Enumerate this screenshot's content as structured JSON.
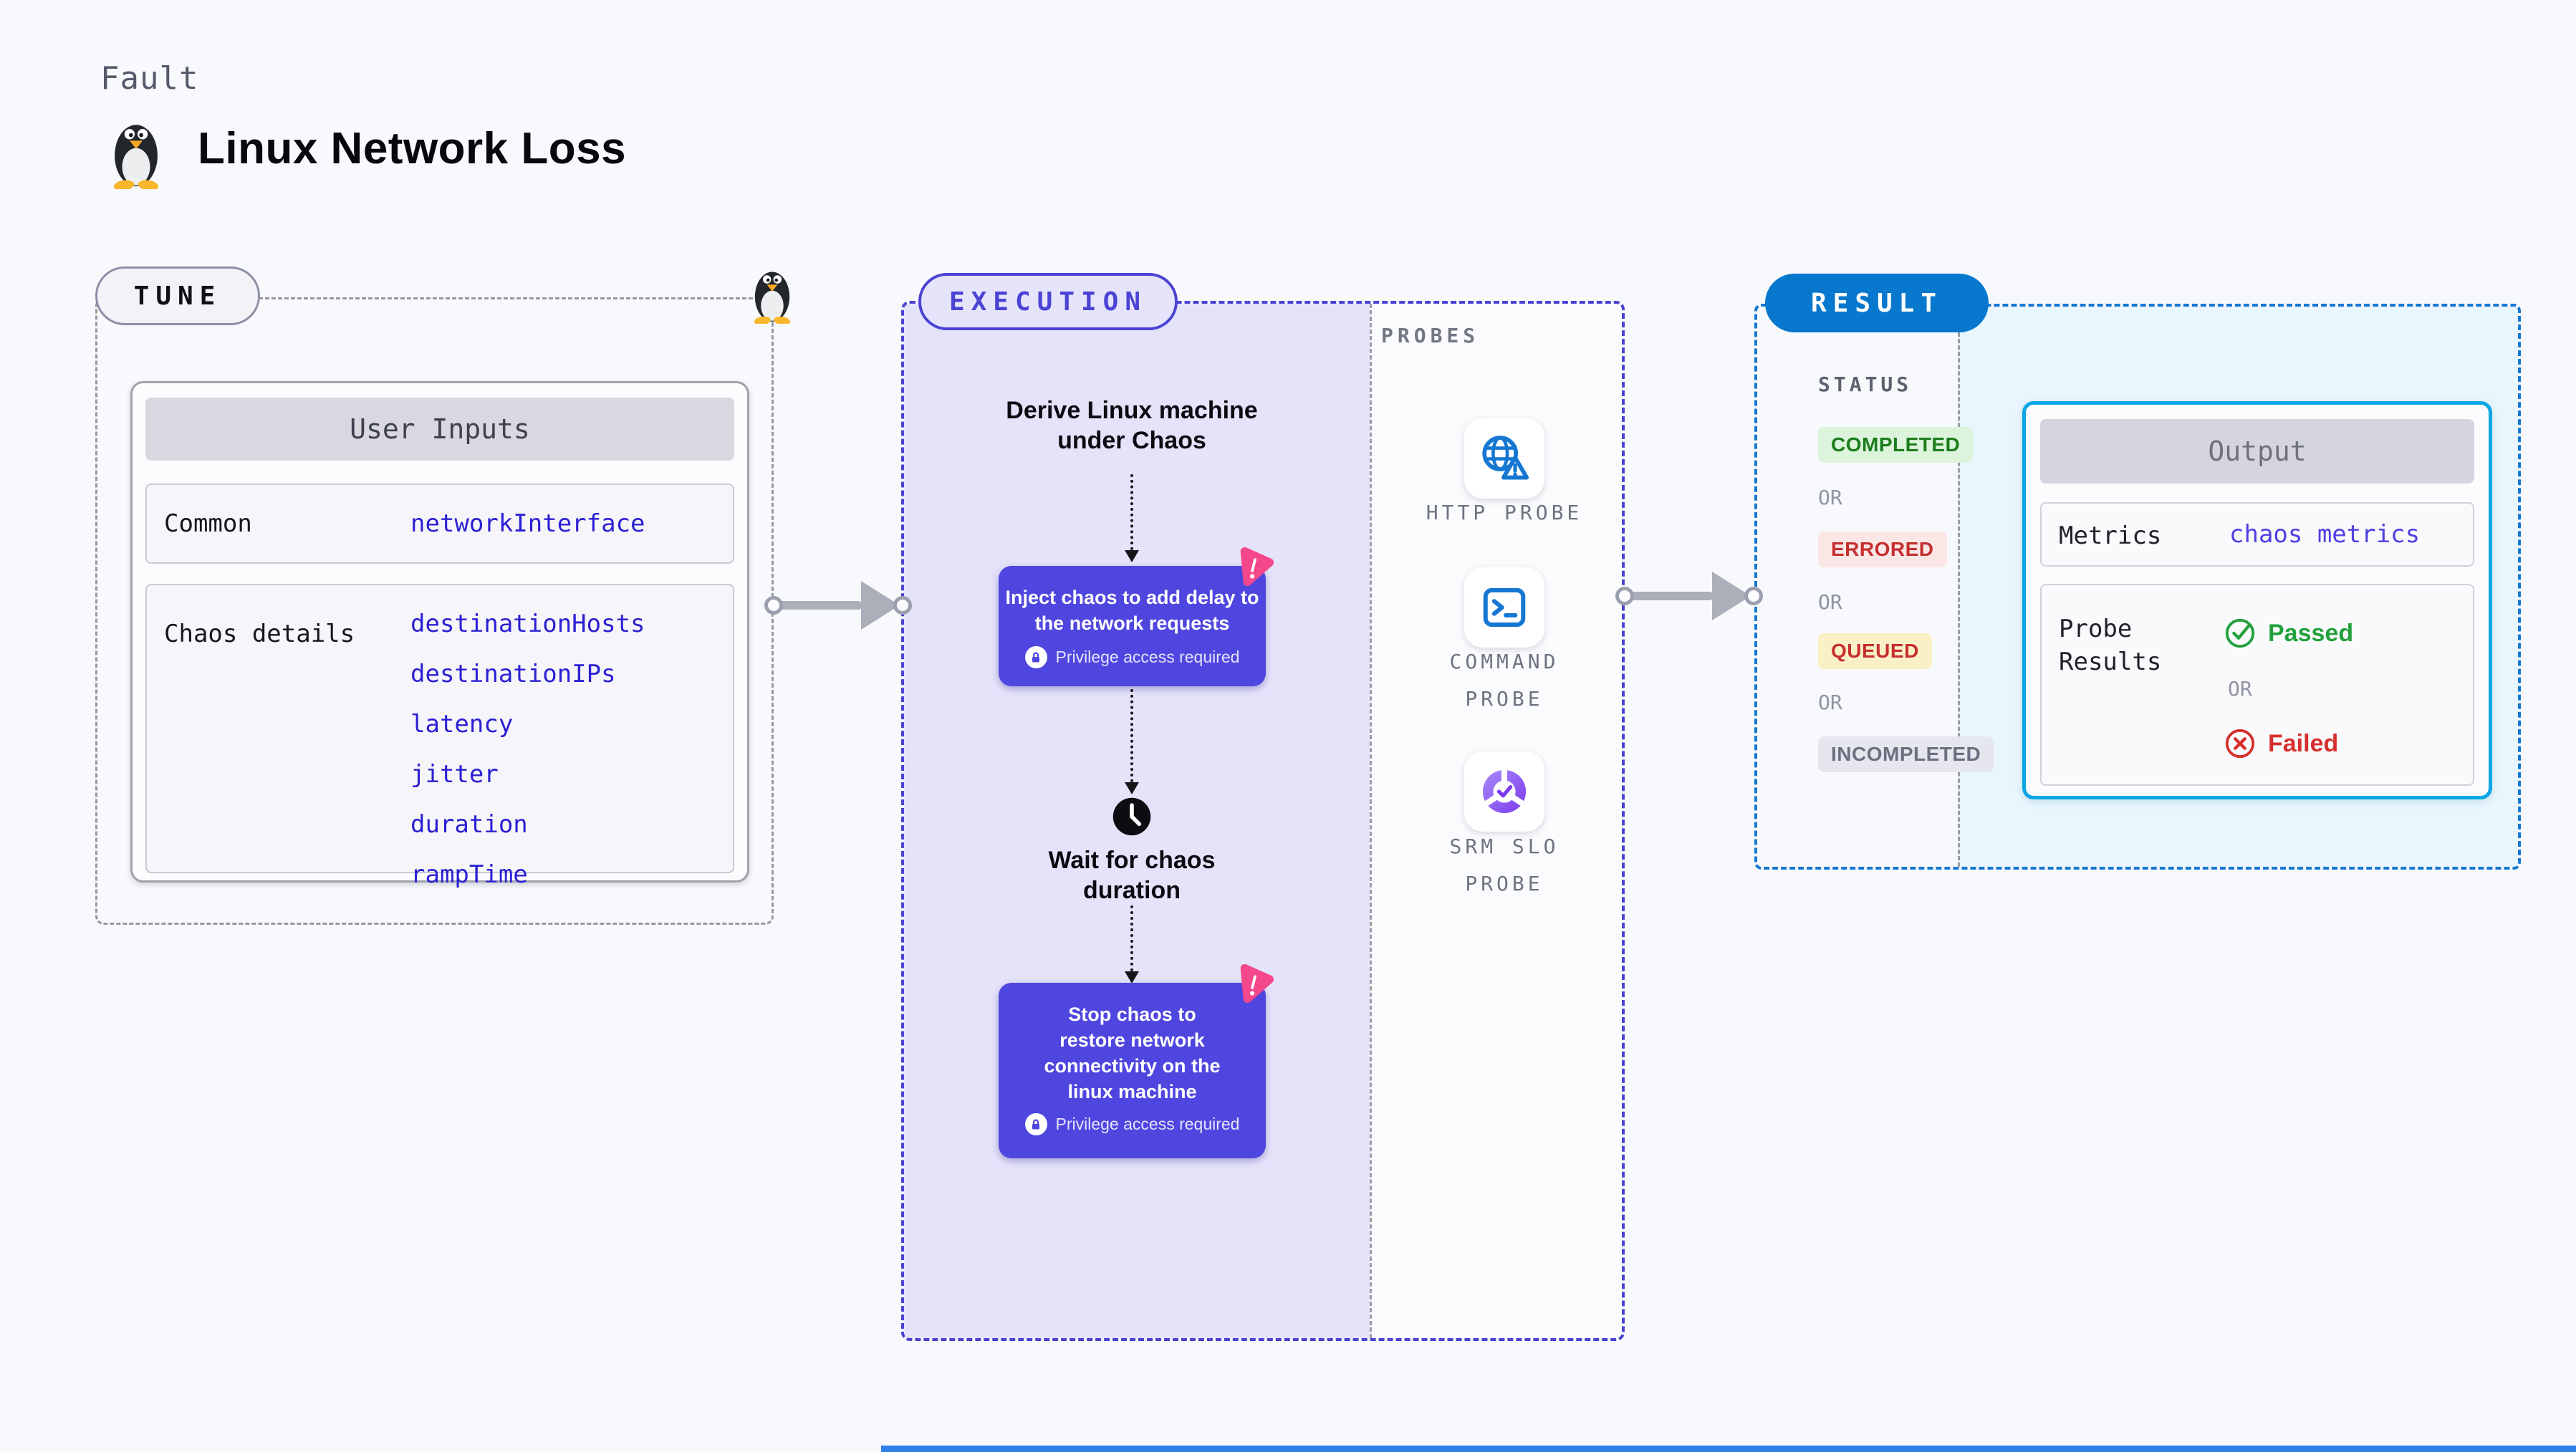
{
  "header": {
    "kicker": "Fault",
    "title": "Linux Network Loss"
  },
  "tune": {
    "label": "TUNE",
    "card_title": "User Inputs",
    "rows": [
      {
        "label": "Common",
        "values": [
          "networkInterface"
        ]
      },
      {
        "label": "Chaos details",
        "values": [
          "destinationHosts",
          "destinationIPs",
          "latency",
          "jitter",
          "duration",
          "rampTime"
        ]
      }
    ]
  },
  "execution": {
    "label": "EXECUTION",
    "derive_lines": [
      "Derive Linux machine",
      "under Chaos"
    ],
    "inject_lines": [
      "Inject chaos to add delay to",
      "the network requests"
    ],
    "wait_lines": [
      "Wait for chaos",
      "duration"
    ],
    "stop_lines": [
      "Stop chaos to",
      "restore network",
      "connectivity on the",
      "linux machine"
    ],
    "privilege": "Privilege access required"
  },
  "probes": {
    "label": "PROBES",
    "items": [
      {
        "name": "HTTP PROBE",
        "icon": "globe-alert-icon"
      },
      {
        "name": "COMMAND PROBE",
        "icon": "terminal-icon"
      },
      {
        "name": "SRM SLO PROBE",
        "icon": "slo-pie-icon"
      }
    ]
  },
  "result": {
    "label": "RESULT",
    "status_label": "STATUS",
    "or": "OR",
    "statuses": [
      {
        "text": "COMPLETED",
        "bg": "#DCF3DC",
        "color": "#1B7D1B"
      },
      {
        "text": "ERRORED",
        "bg": "#FBE6E6",
        "color": "#C62F2F"
      },
      {
        "text": "QUEUED",
        "bg": "#FAF0C5",
        "color": "#C62F2F"
      },
      {
        "text": "INCOMPLETED",
        "bg": "#E6E6EF",
        "color": "#6B6F7F"
      }
    ],
    "output": {
      "title": "Output",
      "metrics_label": "Metrics",
      "metrics_value": "chaos metrics",
      "probe_label": "Probe Results",
      "passed": "Passed",
      "failed": "Failed"
    }
  },
  "colors": {
    "accent_indigo": "#4B43D4",
    "chaos_box": "#4F46DF",
    "chaos_pink": "#F5478C",
    "result_blue": "#0878CE",
    "output_border_cyan": "#0AA7E4",
    "probe_icon_blue": "#1577D2",
    "value_blue": "#2B1FD3",
    "metrics_indigo": "#4E3FE2",
    "passed_green": "#22A13C",
    "failed_red": "#D6302E"
  }
}
